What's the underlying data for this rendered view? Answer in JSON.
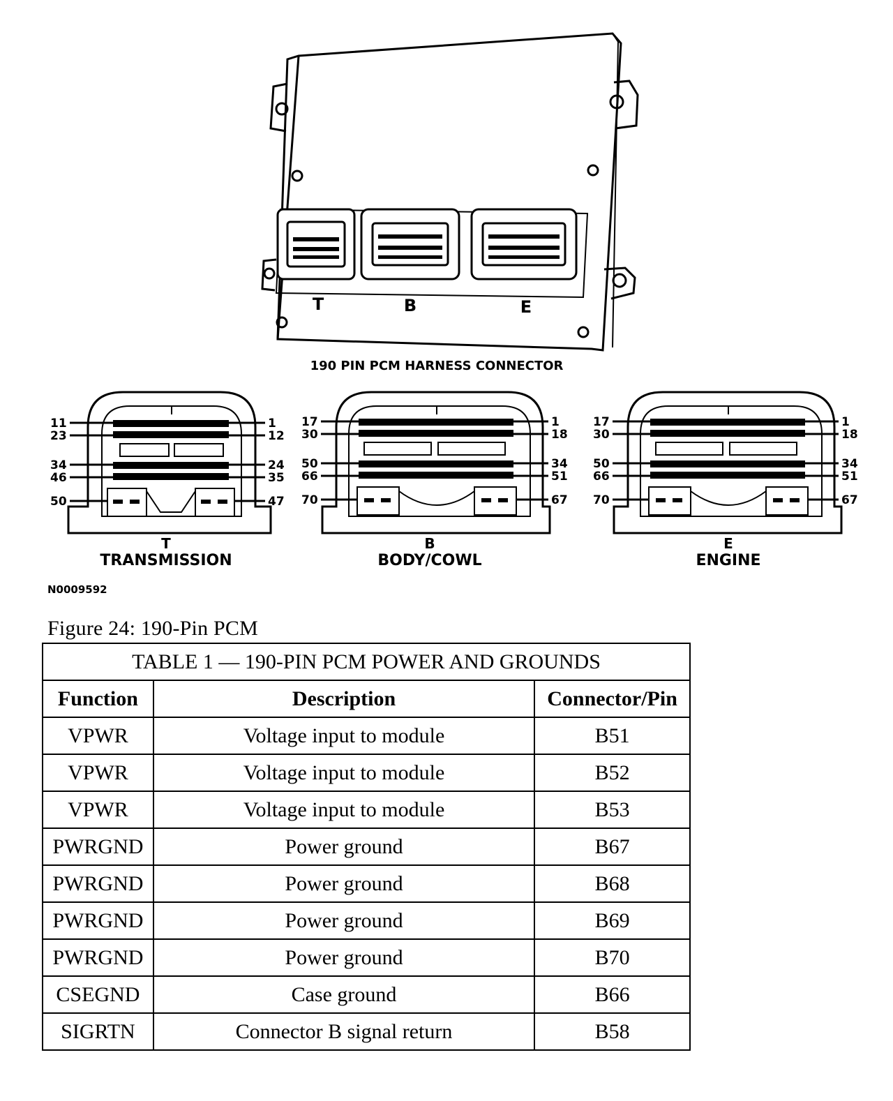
{
  "figure": {
    "harness_title": "190 PIN PCM HARNESS CONNECTOR",
    "module_connector_letters": [
      "T",
      "B",
      "E"
    ],
    "part_number": "N0009592",
    "connectors": [
      {
        "letter": "T",
        "name": "TRANSMISSION",
        "left_pins": [
          "11",
          "23",
          "34",
          "46",
          "50"
        ],
        "right_pins": [
          "1",
          "12",
          "24",
          "35",
          "47"
        ]
      },
      {
        "letter": "B",
        "name": "BODY/COWL",
        "left_pins": [
          "17",
          "30",
          "50",
          "66",
          "70"
        ],
        "right_pins": [
          "1",
          "18",
          "34",
          "51",
          "67"
        ]
      },
      {
        "letter": "E",
        "name": "ENGINE",
        "left_pins": [
          "17",
          "30",
          "50",
          "66",
          "70"
        ],
        "right_pins": [
          "1",
          "18",
          "34",
          "51",
          "67"
        ]
      }
    ]
  },
  "caption": "Figure 24: 190-Pin PCM",
  "table": {
    "title": "TABLE 1 — 190-PIN PCM POWER AND GROUNDS",
    "headers": [
      "Function",
      "Description",
      "Connector/Pin"
    ],
    "rows": [
      [
        "VPWR",
        "Voltage input to module",
        "B51"
      ],
      [
        "VPWR",
        "Voltage input to module",
        "B52"
      ],
      [
        "VPWR",
        "Voltage input to module",
        "B53"
      ],
      [
        "PWRGND",
        "Power ground",
        "B67"
      ],
      [
        "PWRGND",
        "Power ground",
        "B68"
      ],
      [
        "PWRGND",
        "Power ground",
        "B69"
      ],
      [
        "PWRGND",
        "Power ground",
        "B70"
      ],
      [
        "CSEGND",
        "Case ground",
        "B66"
      ],
      [
        "SIGRTN",
        "Connector B signal return",
        "B58"
      ]
    ]
  }
}
